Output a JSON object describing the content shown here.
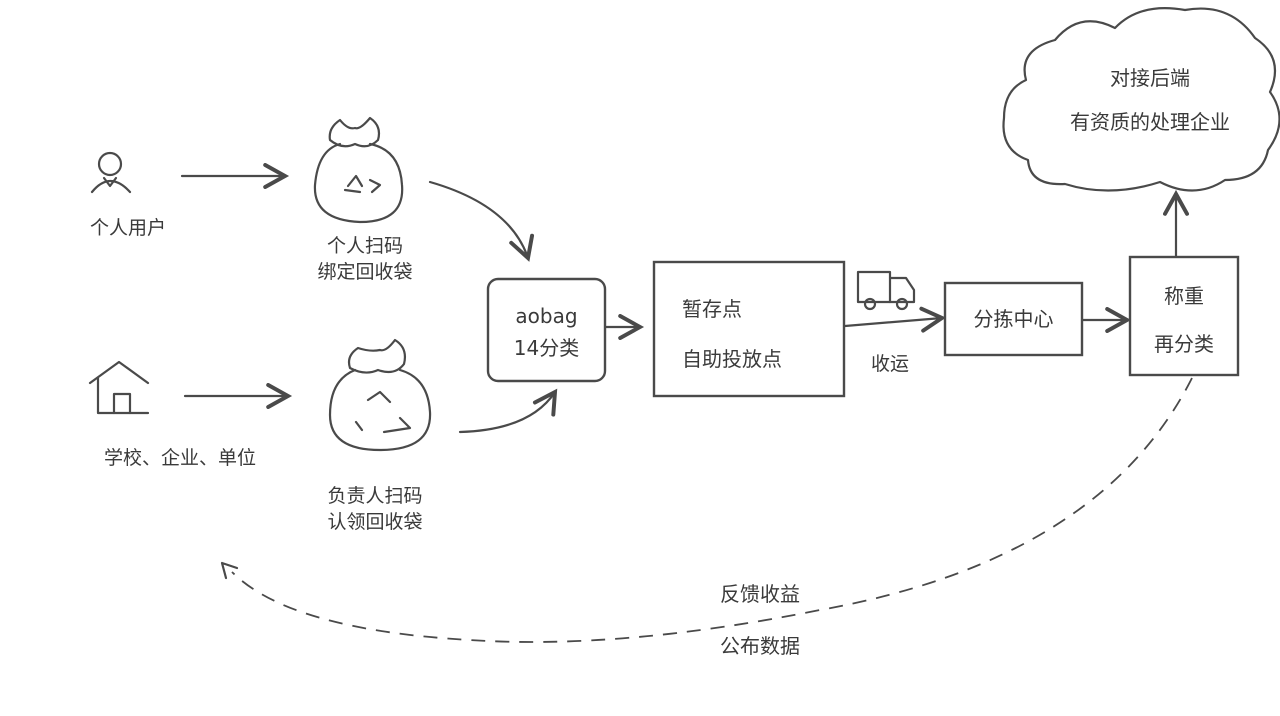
{
  "nodes": {
    "personal_user": {
      "label": "个人用户",
      "icon": "person-icon"
    },
    "org_user": {
      "label": "学校、企业、单位",
      "icon": "house-icon"
    },
    "personal_bag": {
      "line1": "个人扫码",
      "line2": "绑定回收袋",
      "icon": "recycle-bag-icon"
    },
    "org_bag": {
      "line1": "负责人扫码",
      "line2": "认领回收袋",
      "icon": "recycle-bag-icon"
    },
    "aobag": {
      "line1": "aobag",
      "line2": "14分类"
    },
    "temp_point": {
      "line1": "暂存点",
      "line2": "自助投放点"
    },
    "transport": {
      "label": "收运",
      "icon": "truck-icon"
    },
    "sorting": {
      "label": "分拣中心"
    },
    "weigh": {
      "line1": "称重",
      "line2": "再分类"
    },
    "cloud": {
      "line1": "对接后端",
      "line2": "有资质的处理企业"
    }
  },
  "feedback": {
    "line1": "反馈收益",
    "line2": "公布数据"
  },
  "colors": {
    "ink": "#4a4a4a",
    "paper": "#ffffff"
  }
}
